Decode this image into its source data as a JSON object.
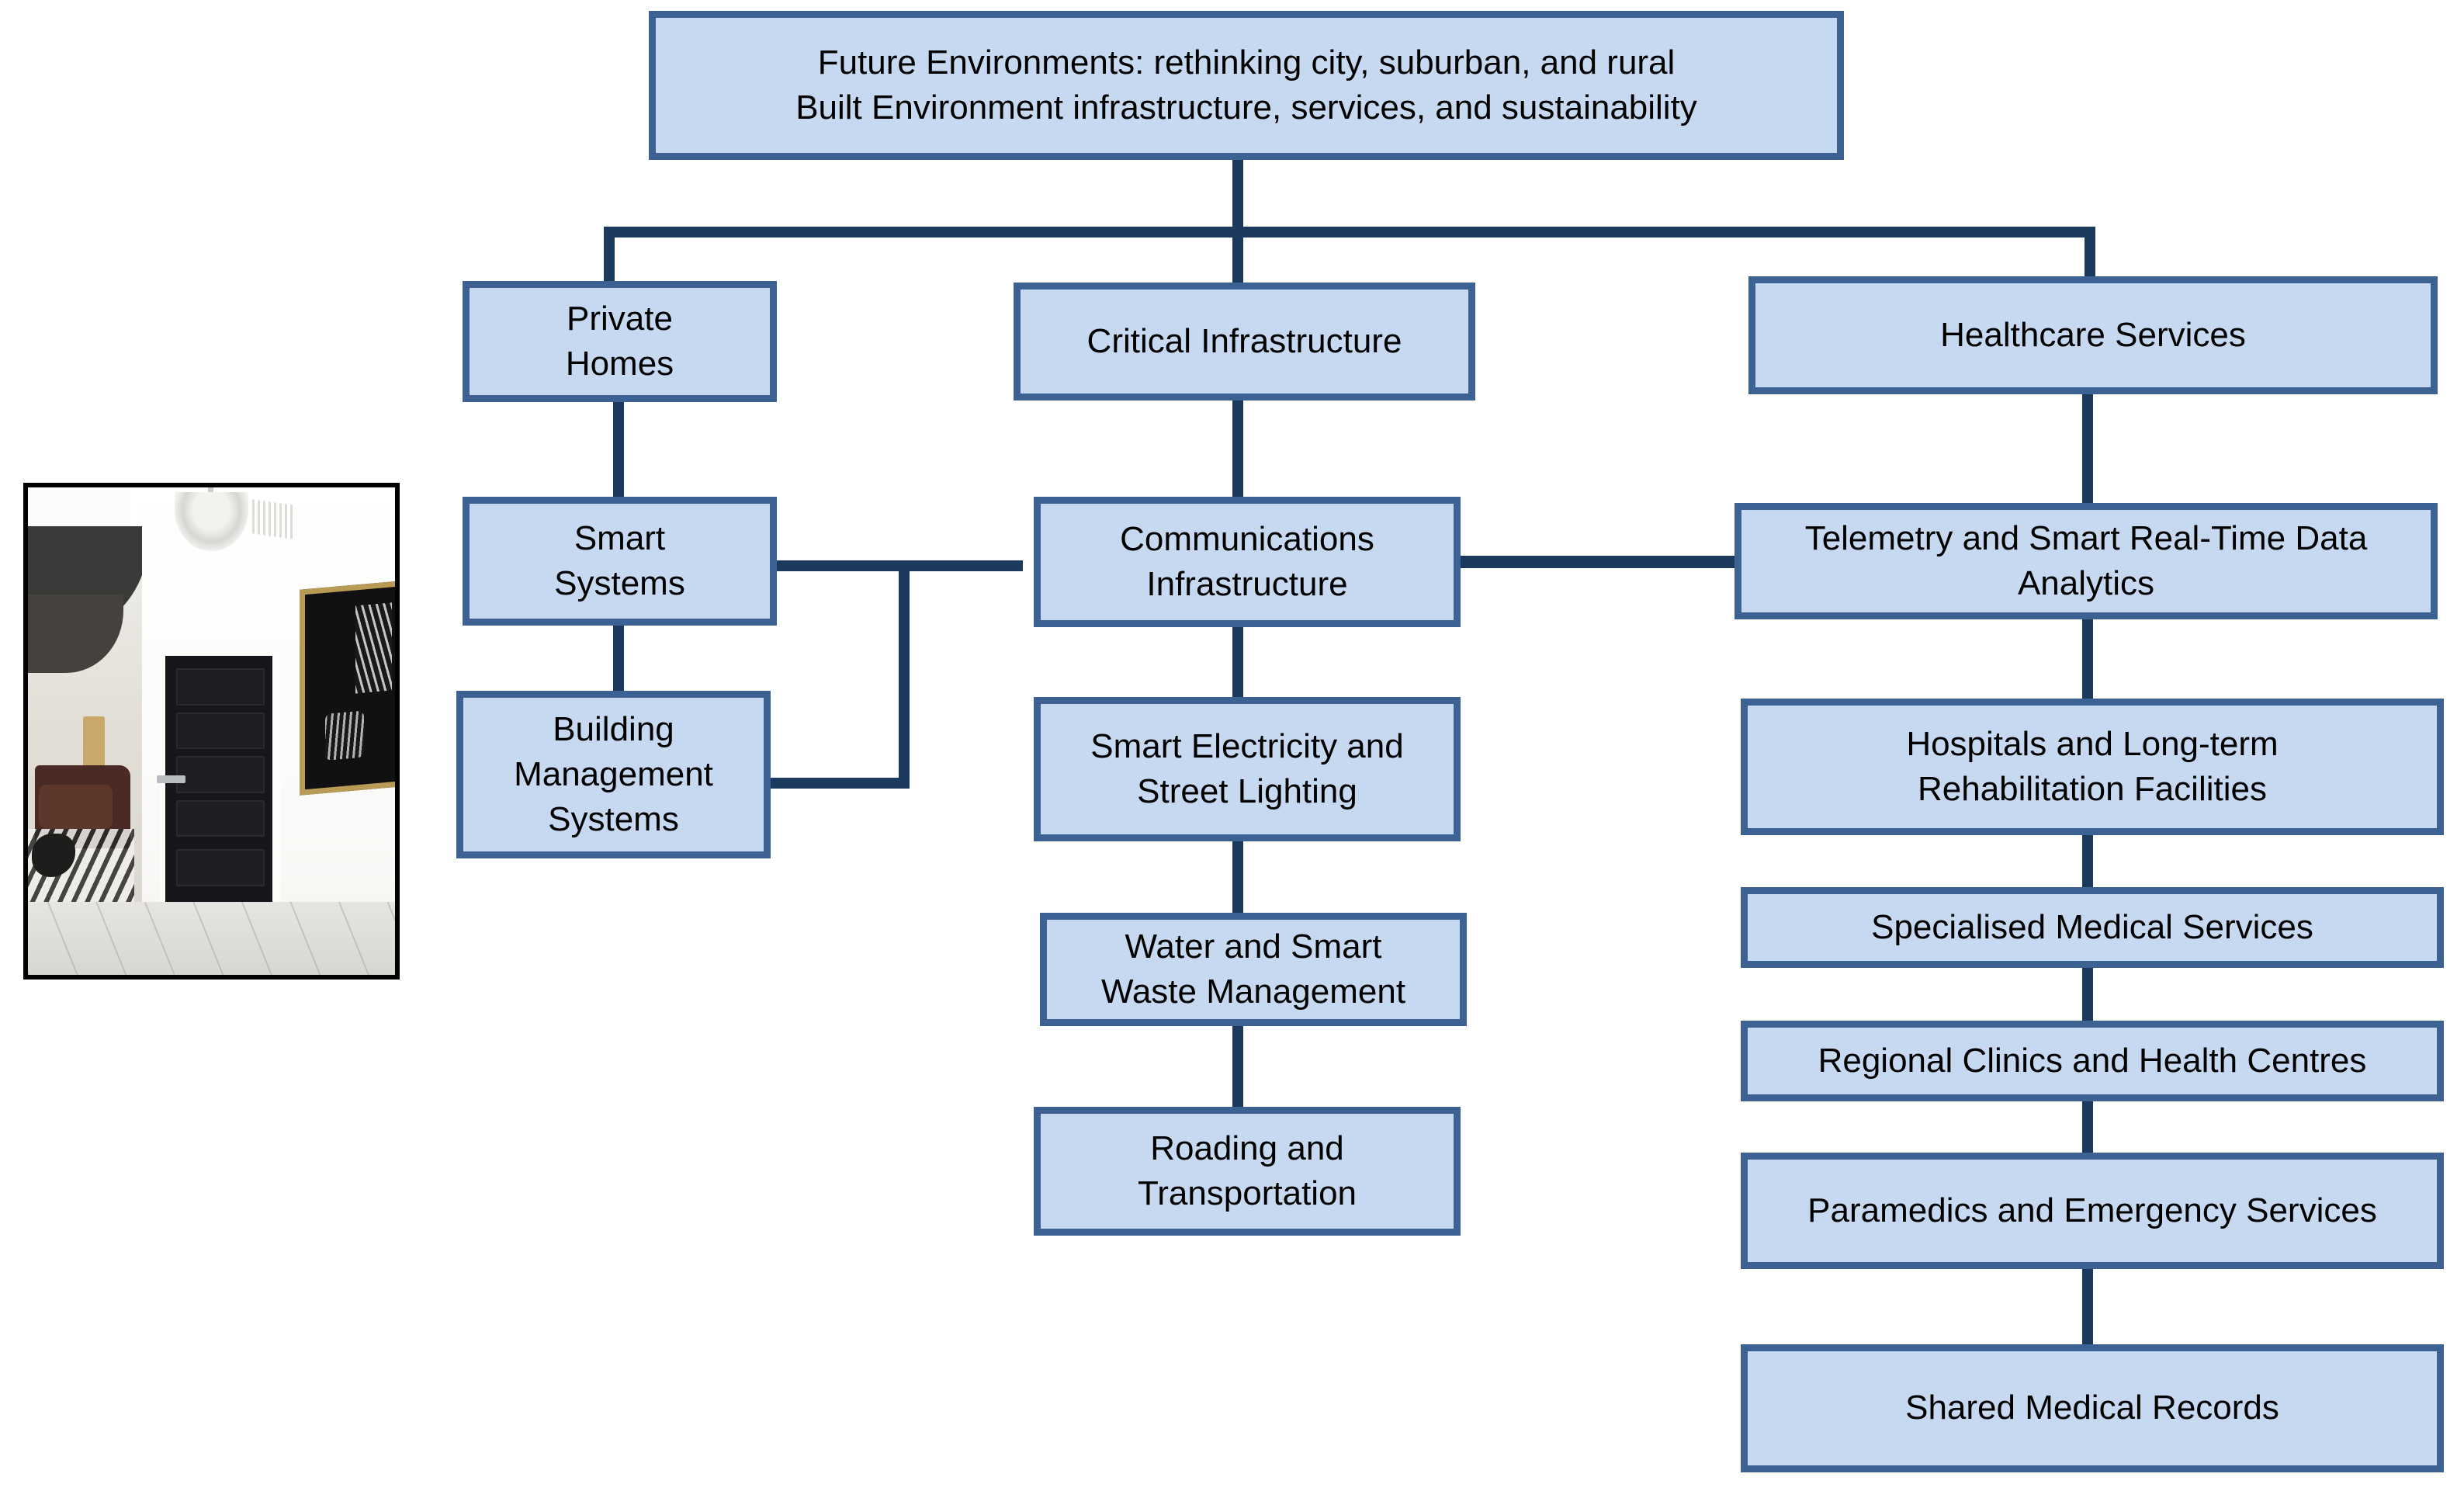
{
  "diagram": {
    "type": "hierarchy-tree",
    "title": "Future Environments: rethinking city, suburban, and rural Built Environment infrastructure, services, and sustainability",
    "root": {
      "id": "root",
      "label": "Future Environments: rethinking city, suburban, and rural\nBuilt Environment infrastructure, services, and sustainability"
    },
    "branches": [
      {
        "id": "private-homes",
        "label": "Private\nHomes",
        "children": [
          {
            "id": "smart-systems",
            "label": "Smart\nSystems"
          },
          {
            "id": "building-management-systems",
            "label": "Building\nManagement\nSystems"
          }
        ]
      },
      {
        "id": "critical-infrastructure",
        "label": "Critical Infrastructure",
        "children": [
          {
            "id": "communications-infrastructure",
            "label": "Communications\nInfrastructure"
          },
          {
            "id": "smart-electricity-and-street-lighting",
            "label": "Smart Electricity and\nStreet Lighting"
          },
          {
            "id": "water-and-smart-waste-management",
            "label": "Water and Smart\nWaste Management"
          },
          {
            "id": "roading-and-transportation",
            "label": "Roading and\nTransportation"
          }
        ]
      },
      {
        "id": "healthcare-services",
        "label": "Healthcare Services",
        "children": [
          {
            "id": "telemetry-and-smart-real-time-data-analytics",
            "label": "Telemetry and Smart Real-Time Data\nAnalytics"
          },
          {
            "id": "hospitals-and-long-term-rehabilitation-facilities",
            "label": "Hospitals and Long-term\nRehabilitation Facilities"
          },
          {
            "id": "specialised-medical-services",
            "label": "Specialised Medical Services"
          },
          {
            "id": "regional-clinics-and-health-centres",
            "label": "Regional Clinics and Health Centres"
          },
          {
            "id": "paramedics-and-emergency-services",
            "label": "Paramedics and Emergency Services"
          },
          {
            "id": "shared-medical-records",
            "label": "Shared Medical Records"
          }
        ]
      }
    ],
    "cross_links": [
      {
        "from": "smart-systems",
        "to": "communications-infrastructure"
      },
      {
        "from": "building-management-systems",
        "to": "communications-infrastructure"
      },
      {
        "from": "communications-infrastructure",
        "to": "telemetry-and-smart-real-time-data-analytics"
      }
    ]
  },
  "photo": {
    "caption": "Interior hallway of a private home with a black panel door, white walls, chandelier, framed artwork and a view through an arch into a living room"
  },
  "colors": {
    "box_fill": "#c7d9f1",
    "box_border": "#3c6293",
    "connector": "#1b3a5e",
    "text": "#000000",
    "background": "#ffffff",
    "photo_border": "#000000"
  }
}
